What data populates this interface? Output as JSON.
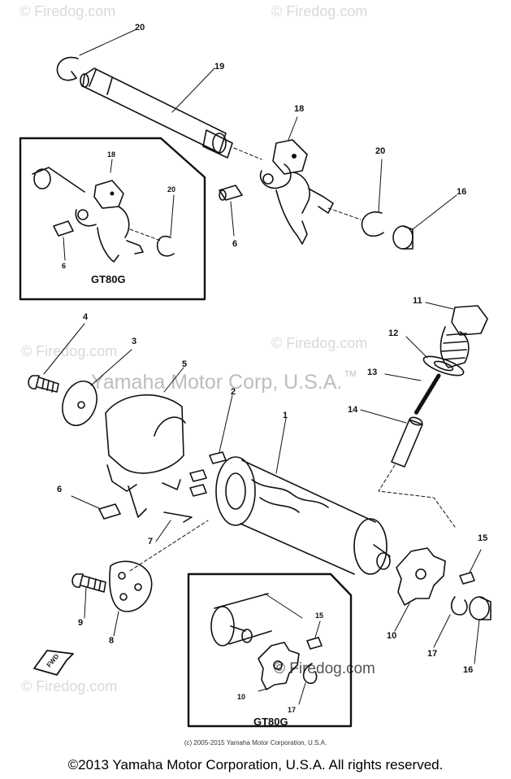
{
  "watermarks": {
    "brand": "© Firedog.com"
  },
  "center_watermark": "Yamaha Motor Corp, U.S.A.",
  "tm_mark": "TM",
  "inset_labels": {
    "top": "GT80G",
    "bottom": "GT80G"
  },
  "callouts": {
    "c20a": "20",
    "c19": "19",
    "c18": "18",
    "c20b": "20",
    "c16a": "16",
    "c6a": "6",
    "ins18": "18",
    "ins20": "20",
    "ins6": "6",
    "c11": "11",
    "c12": "12",
    "c13": "13",
    "c14": "14",
    "c4": "4",
    "c3": "3",
    "c5": "5",
    "c2": "2",
    "c1": "1",
    "c6b": "6",
    "c7": "7",
    "c9": "9",
    "c8": "8",
    "c15": "15",
    "c10": "10",
    "c17": "17",
    "c16b": "16",
    "ins15": "15",
    "ins10": "10",
    "ins17": "17"
  },
  "fwd_arrow": "FWD",
  "small_copyright": "(c) 2005-2015 Yamaha Motor Corporation, U.S.A.",
  "footer_copyright": "©2013 Yamaha Motor Corporation, U.S.A. All rights reserved."
}
